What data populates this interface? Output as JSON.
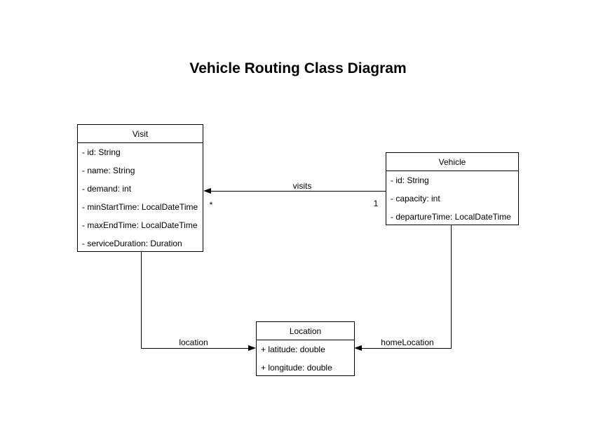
{
  "diagram": {
    "title": "Vehicle Routing Class Diagram",
    "classes": [
      {
        "name": "Visit",
        "attributes": [
          "- id: String",
          "- name: String",
          "- demand: int",
          "- minStartTime: LocalDateTime",
          "- maxEndTime: LocalDateTime",
          "- serviceDuration: Duration"
        ]
      },
      {
        "name": "Vehicle",
        "attributes": [
          "- id: String",
          "- capacity: int",
          "- departureTime: LocalDateTime"
        ]
      },
      {
        "name": "Location",
        "attributes": [
          "+ latitude: double",
          "+ longitude: double"
        ]
      }
    ],
    "associations": [
      {
        "label": "visits",
        "from": "Vehicle",
        "to": "Visit",
        "multiplicity_at_target": "*",
        "multiplicity_at_source": "1"
      },
      {
        "label": "location",
        "from": "Visit",
        "to": "Location"
      },
      {
        "label": "homeLocation",
        "from": "Vehicle",
        "to": "Location"
      }
    ],
    "colors": {
      "stroke": "#000000",
      "fill": "#ffffff",
      "text": "#000000"
    }
  }
}
